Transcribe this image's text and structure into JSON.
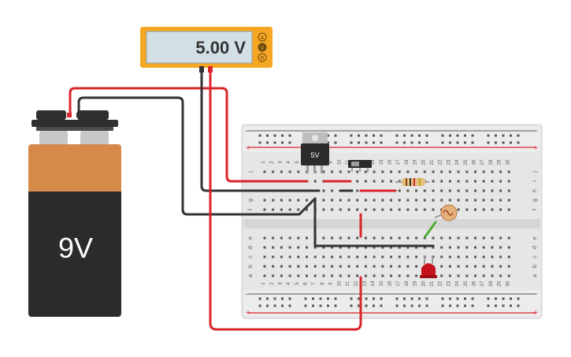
{
  "multimeter": {
    "reading": "5.00 V",
    "modes": [
      "A",
      "V",
      "R"
    ],
    "active_mode": "V"
  },
  "battery": {
    "label": "9V"
  },
  "regulator": {
    "label": "5V"
  },
  "breadboard": {
    "columns": [
      "1",
      "2",
      "3",
      "4",
      "5",
      "6",
      "7",
      "8",
      "9",
      "10",
      "11",
      "12",
      "13",
      "14",
      "15",
      "16",
      "17",
      "18",
      "19",
      "20",
      "21",
      "22",
      "23",
      "24",
      "25",
      "26",
      "27",
      "28",
      "29",
      "30"
    ],
    "rows_top": [
      "j",
      "i",
      "h",
      "g",
      "f"
    ],
    "rows_bottom": [
      "e",
      "d",
      "c",
      "b",
      "a"
    ],
    "rail_minus": "−",
    "rail_plus": "+"
  },
  "colors": {
    "wire_red": "#d9262b",
    "wire_black": "#333333",
    "wire_green": "#4caf32",
    "meter_frame": "#f5a623",
    "battery_top": "#d68a4a",
    "battery_bottom": "#2b2b2b",
    "led_red": "#c8121b"
  }
}
